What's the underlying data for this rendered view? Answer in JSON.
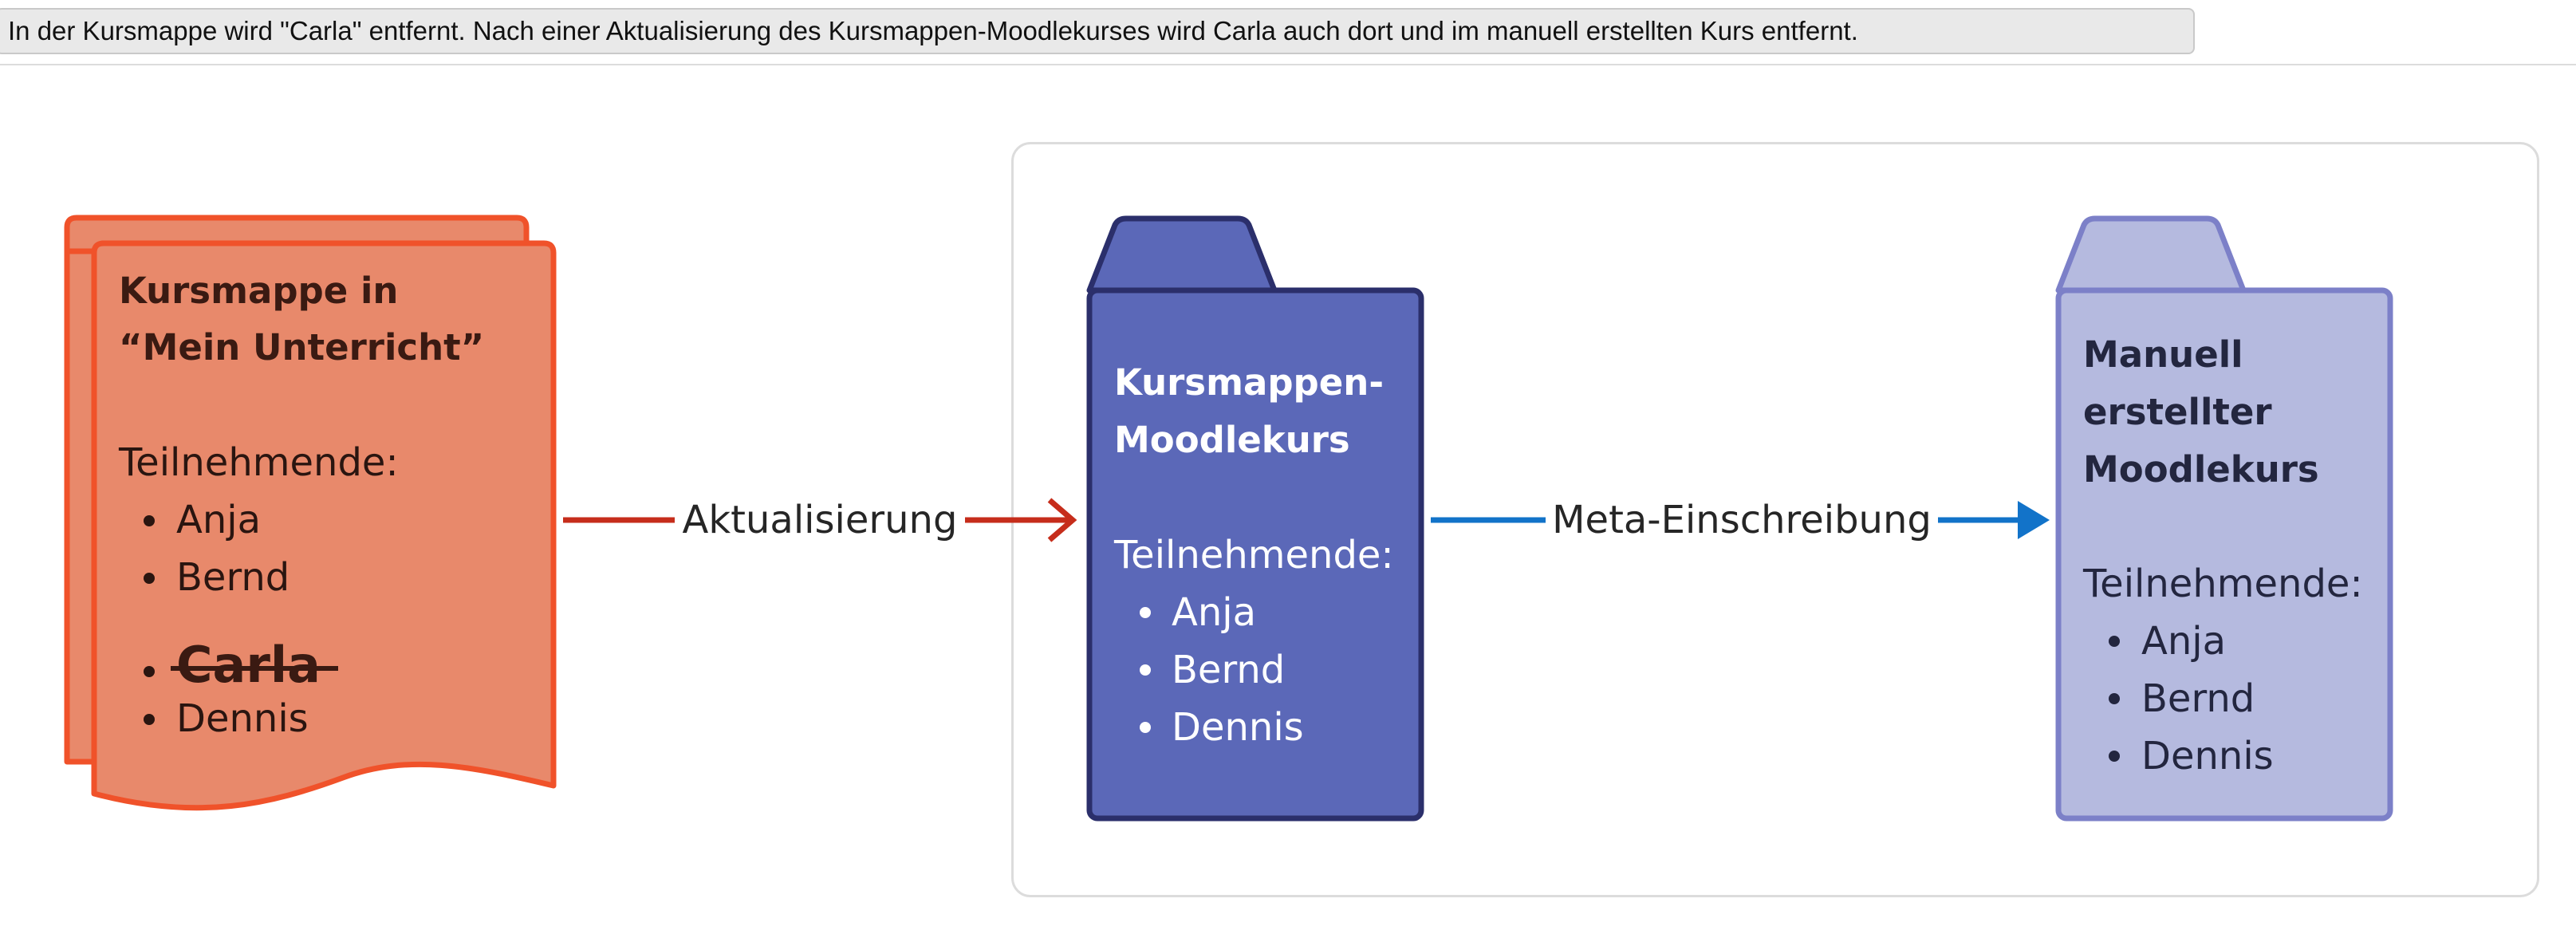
{
  "caption": "In der Kursmappe wird \"Carla\" entfernt. Nach einer Aktualisierung des Kursmappen-Moodlekurses wird Carla auch dort und im manuell erstellten Kurs entfernt.",
  "nodes": {
    "kursmappe": {
      "title_line1": "Kursmappe in",
      "title_line2": "“Mein Unterricht”",
      "members_label": "Teilnehmende:",
      "members": [
        "Anja",
        "Bernd",
        "Carla",
        "Dennis"
      ],
      "removed_member": "Carla"
    },
    "kursmappen_moodlekurs": {
      "title_line1": "Kursmappen-",
      "title_line2": "Moodlekurs",
      "members_label": "Teilnehmende:",
      "members": [
        "Anja",
        "Bernd",
        "Dennis"
      ]
    },
    "manueller_kurs": {
      "title_line1": "Manuell",
      "title_line2": "erstellter",
      "title_line3": "Moodlekurs",
      "members_label": "Teilnehmende:",
      "members": [
        "Anja",
        "Bernd",
        "Dennis"
      ]
    }
  },
  "edges": {
    "aktualisierung": "Aktualisierung",
    "meta_einschreibung": "Meta-Einschreibung"
  },
  "colors": {
    "kursmappe_fill": "#e8896b",
    "kursmappe_stroke": "#f0522a",
    "kursmappe_text": "#3a1a12",
    "moodle_fill": "#5b68b8",
    "moodle_stroke": "#2b2f6b",
    "manual_fill": "#b5badf",
    "manual_stroke": "#7c80c8",
    "arrow_red": "#c62d1b",
    "arrow_blue": "#1273c9"
  }
}
